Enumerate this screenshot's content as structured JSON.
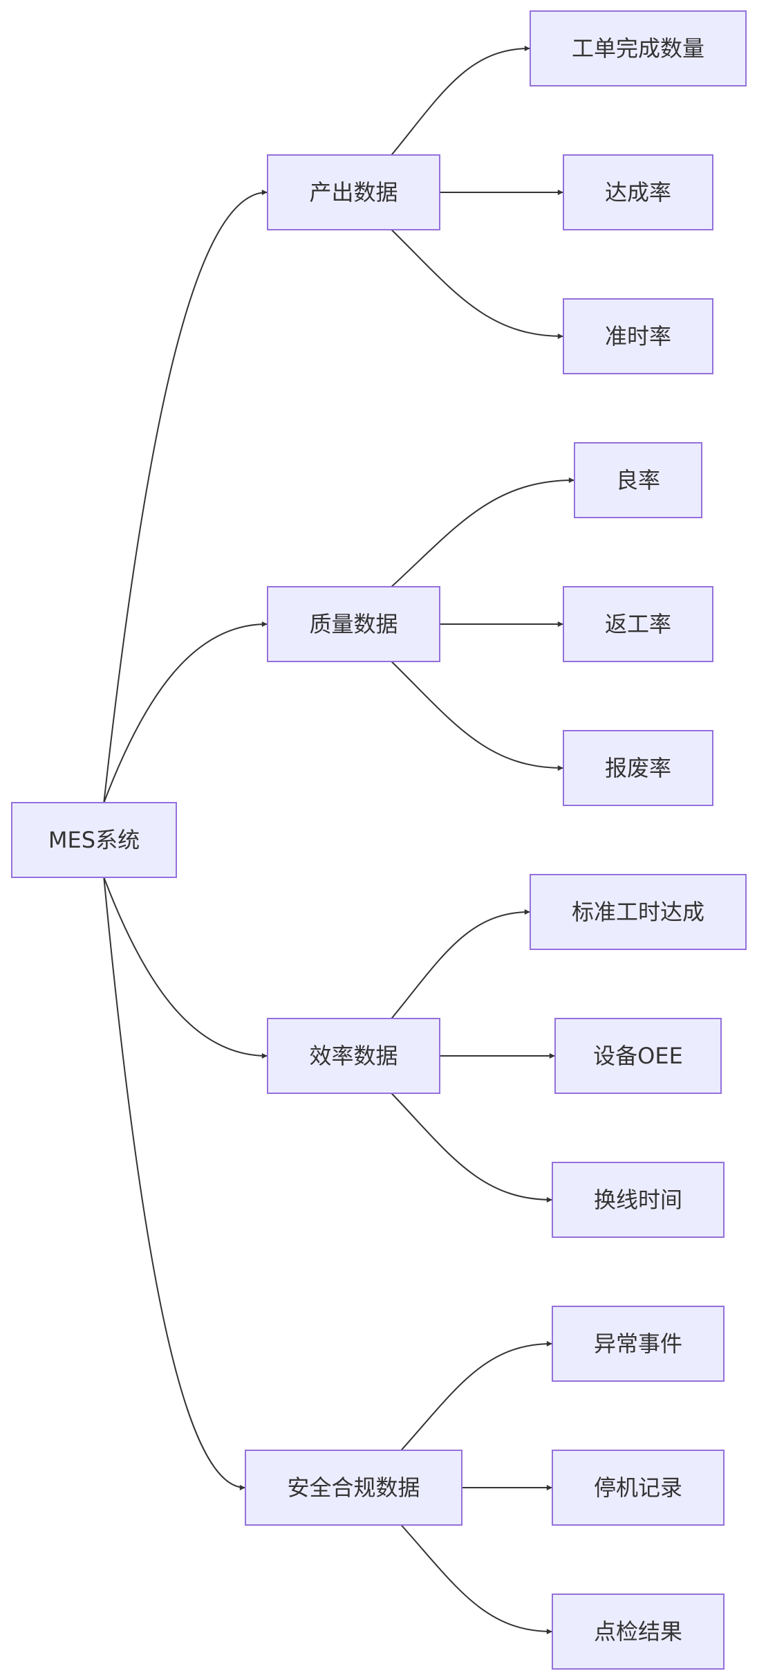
{
  "diagram": {
    "type": "flowchart",
    "direction": "left-to-right",
    "colors": {
      "node_fill": "#ECECFF",
      "node_border": "#9370DB",
      "edge": "#333333",
      "text": "#333333",
      "background": "#FFFFFF"
    },
    "nodes": [
      {
        "id": "mes",
        "label": "MES系统"
      },
      {
        "id": "output",
        "label": "产出数据"
      },
      {
        "id": "quality",
        "label": "质量数据"
      },
      {
        "id": "efficiency",
        "label": "效率数据"
      },
      {
        "id": "safety",
        "label": "安全合规数据"
      },
      {
        "id": "work_order_qty",
        "label": "工单完成数量"
      },
      {
        "id": "achievement",
        "label": "达成率"
      },
      {
        "id": "ontime",
        "label": "准时率"
      },
      {
        "id": "yield",
        "label": "良率"
      },
      {
        "id": "rework",
        "label": "返工率"
      },
      {
        "id": "scrap",
        "label": "报废率"
      },
      {
        "id": "std_hours",
        "label": "标准工时达成"
      },
      {
        "id": "oee",
        "label": "设备OEE"
      },
      {
        "id": "changeover",
        "label": "换线时间"
      },
      {
        "id": "abnormal",
        "label": "异常事件"
      },
      {
        "id": "downtime",
        "label": "停机记录"
      },
      {
        "id": "inspection",
        "label": "点检结果"
      }
    ],
    "edges": [
      {
        "from": "mes",
        "to": "output"
      },
      {
        "from": "mes",
        "to": "quality"
      },
      {
        "from": "mes",
        "to": "efficiency"
      },
      {
        "from": "mes",
        "to": "safety"
      },
      {
        "from": "output",
        "to": "work_order_qty"
      },
      {
        "from": "output",
        "to": "achievement"
      },
      {
        "from": "output",
        "to": "ontime"
      },
      {
        "from": "quality",
        "to": "yield"
      },
      {
        "from": "quality",
        "to": "rework"
      },
      {
        "from": "quality",
        "to": "scrap"
      },
      {
        "from": "efficiency",
        "to": "std_hours"
      },
      {
        "from": "efficiency",
        "to": "oee"
      },
      {
        "from": "efficiency",
        "to": "changeover"
      },
      {
        "from": "safety",
        "to": "abnormal"
      },
      {
        "from": "safety",
        "to": "downtime"
      },
      {
        "from": "safety",
        "to": "inspection"
      }
    ]
  }
}
